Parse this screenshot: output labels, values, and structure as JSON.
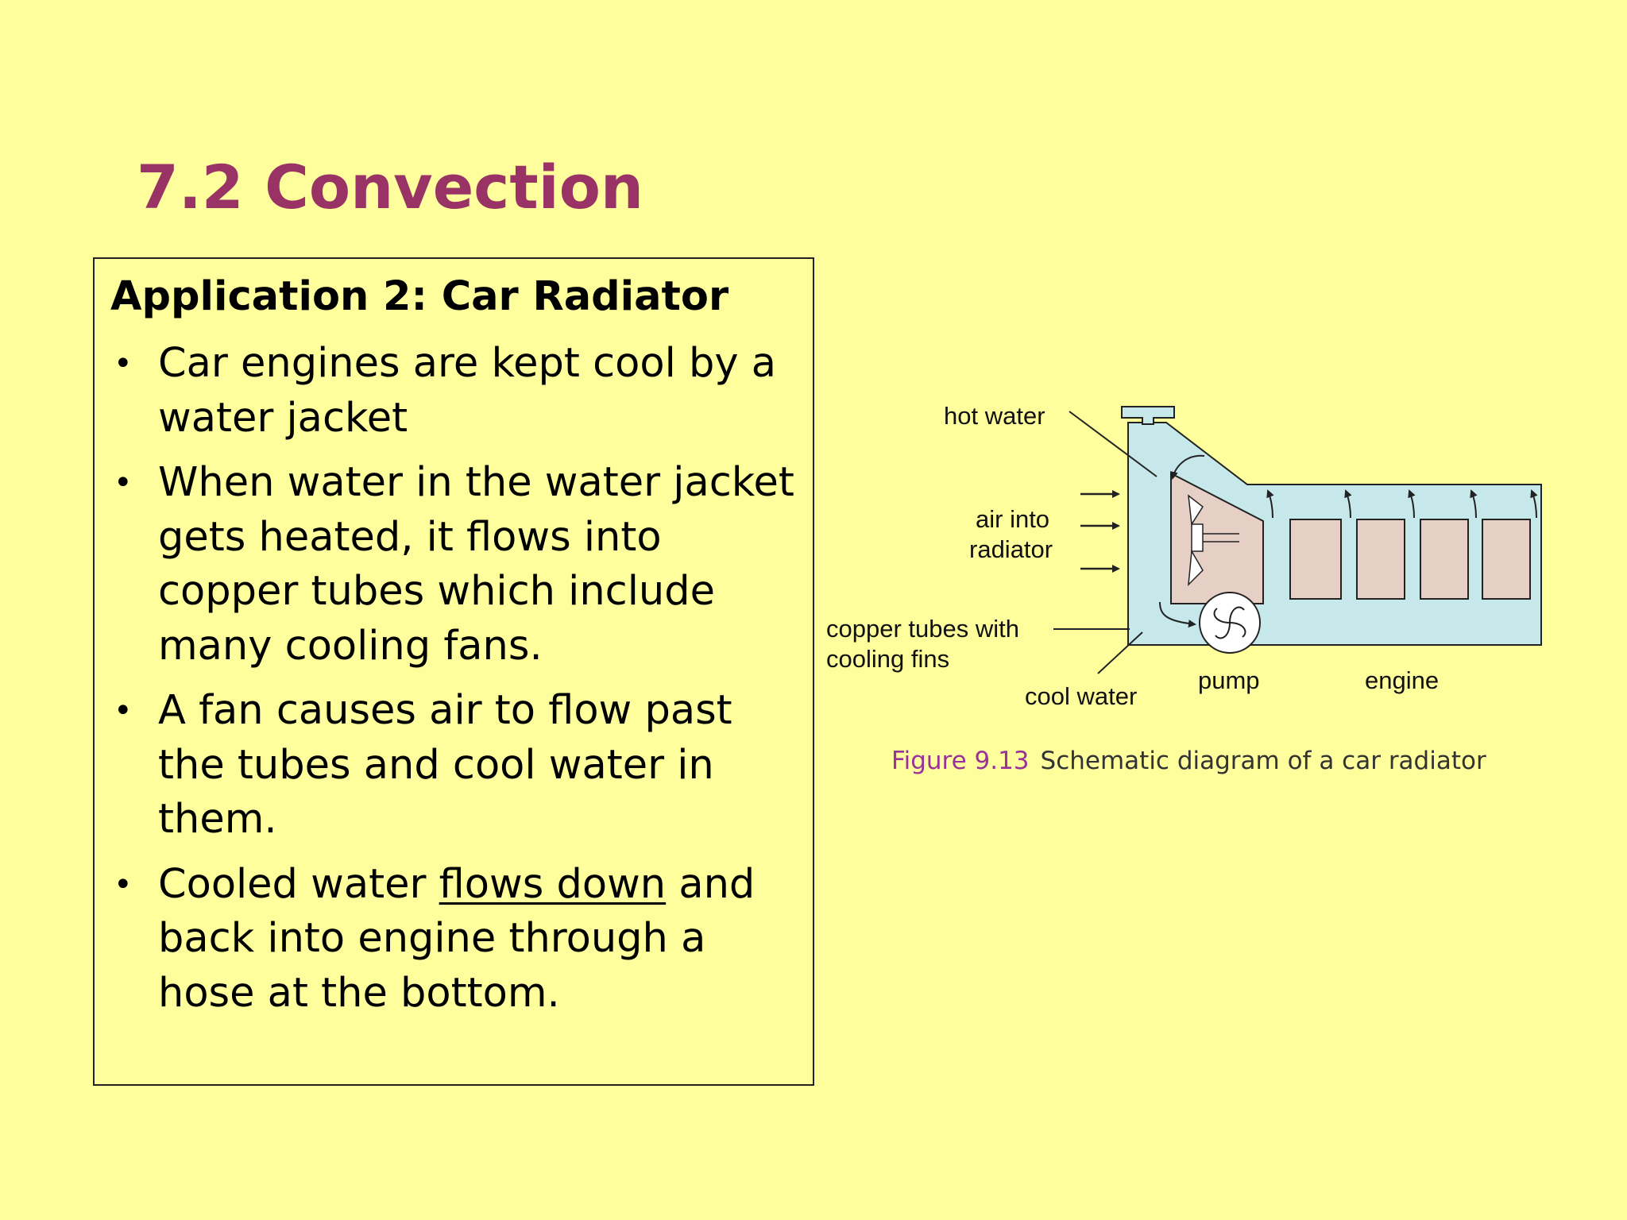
{
  "slide": {
    "title": "7.2 Convection"
  },
  "content": {
    "heading": "Application 2: Car Radiator",
    "bullet_symbol": "•",
    "bullets": [
      {
        "text": "Car engines are kept cool by a water jacket"
      },
      {
        "text": "When water in the water jacket gets heated, it flows into copper tubes which include many cooling fans."
      },
      {
        "text": "A fan causes air to flow past the tubes and cool water in them."
      },
      {
        "text_before": "Cooled water ",
        "text_underlined": "flows down",
        "text_after": " and back into engine through a hose at the bottom."
      }
    ]
  },
  "figure": {
    "labels": {
      "hot_water": "hot water",
      "air_into_1": "air into",
      "air_into_2": "radiator",
      "copper_1": "copper tubes with",
      "copper_2": "cooling fins",
      "cool_water": "cool water",
      "pump": "pump",
      "engine": "engine"
    },
    "caption": {
      "number": "Figure 9.13",
      "text": "Schematic diagram of a car radiator"
    },
    "colors": {
      "water_jacket": "#c6e8ea",
      "radiator_core": "#e6d0c6",
      "outline": "#222222"
    }
  }
}
